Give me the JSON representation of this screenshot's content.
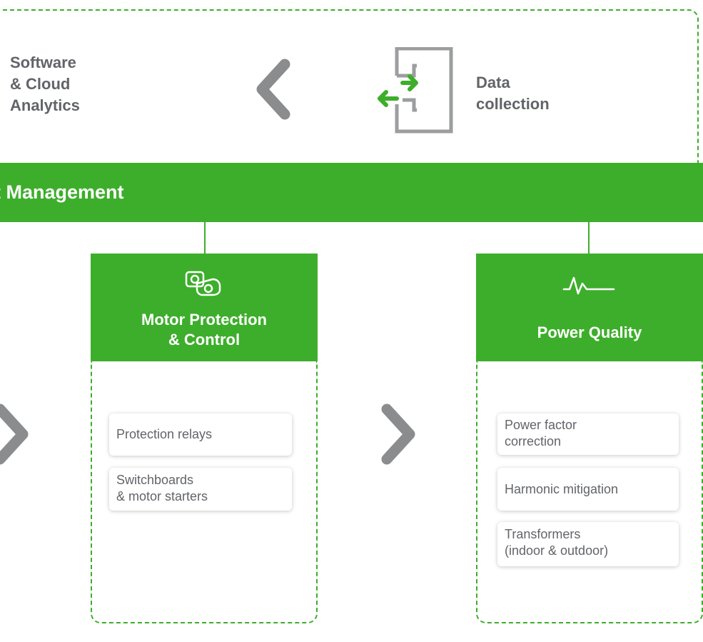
{
  "top_row": {
    "software_label": "Software\n& Cloud\nAnalytics",
    "data_collection_label": "Data\ncollection",
    "door_icon": "door-data-exchange-icon",
    "back_arrow_icon": "chevron-left-icon"
  },
  "banner": {
    "title": "t Management"
  },
  "columns": [
    {
      "title": "Motor Protection\n& Control",
      "icon": "motor-protection-icon",
      "items": [
        "Protection relays",
        "Switchboards\n& motor starters"
      ]
    },
    {
      "title": "Power Quality",
      "icon": "waveform-icon",
      "items": [
        "Power factor\ncorrection",
        "Harmonic mitigation",
        "Transformers\n(indoor & outdoor)"
      ]
    }
  ],
  "colors": {
    "green": "#3dae2b",
    "gray_text": "#626469",
    "chevron_gray": "#8a8c8e"
  }
}
